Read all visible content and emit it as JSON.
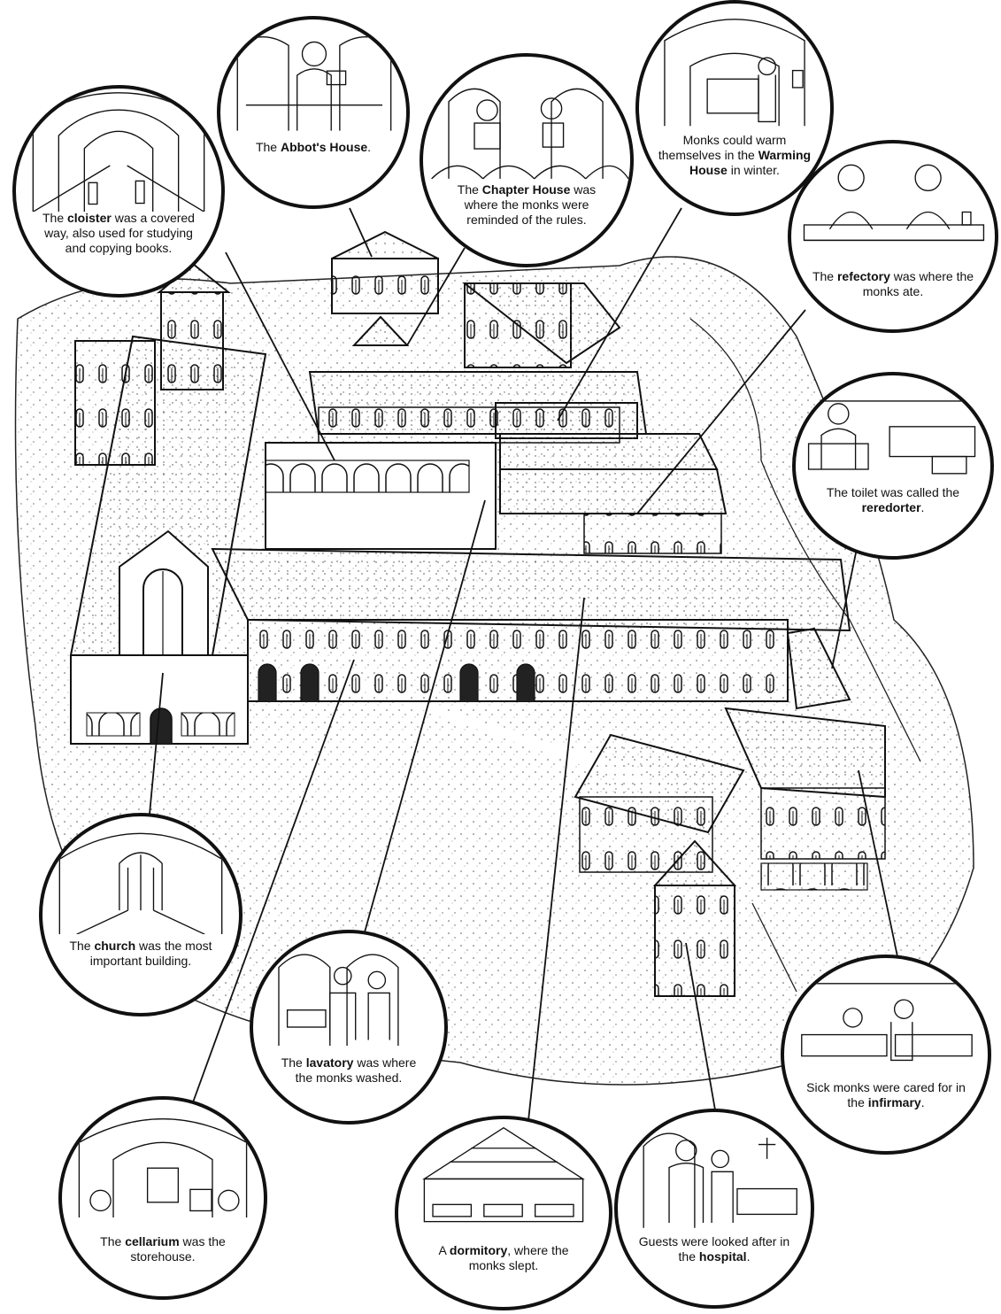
{
  "callouts": [
    {
      "id": "cloister",
      "pre": "The ",
      "bold": "cloister",
      "post": " was a covered way, also used for studying and copying books."
    },
    {
      "id": "abbot",
      "pre": "The ",
      "bold": "Abbot's House",
      "post": "."
    },
    {
      "id": "chapter",
      "pre": "The ",
      "bold": "Chapter House",
      "post": " was where the monks were reminded of the rules."
    },
    {
      "id": "warming",
      "pre": "Monks could warm themselves in the ",
      "bold": "Warming House",
      "post": " in winter."
    },
    {
      "id": "refectory",
      "pre": "The ",
      "bold": "refectory",
      "post": " was where the monks ate."
    },
    {
      "id": "reredorter",
      "pre": "The toilet was called the ",
      "bold": "reredorter",
      "post": "."
    },
    {
      "id": "church",
      "pre": "The ",
      "bold": "church",
      "post": " was the most important building."
    },
    {
      "id": "lavatory",
      "pre": "The ",
      "bold": "lavatory",
      "post": " was where the monks washed."
    },
    {
      "id": "infirmary",
      "pre": "Sick monks were cared for in the ",
      "bold": "infirmary",
      "post": "."
    },
    {
      "id": "cellarium",
      "pre": "The ",
      "bold": "cellarium",
      "post": " was the storehouse."
    },
    {
      "id": "dormitory",
      "pre": "A ",
      "bold": "dormitory",
      "post": ", where the monks slept."
    },
    {
      "id": "hospital",
      "pre": "Guests were looked after in the ",
      "bold": "hospital",
      "post": "."
    }
  ]
}
